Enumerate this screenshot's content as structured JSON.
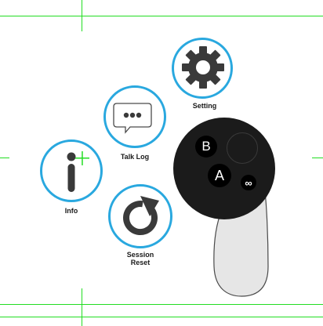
{
  "menu": {
    "setting": {
      "label": "Setting",
      "icon": "gear-icon"
    },
    "talk_log": {
      "label": "Talk Log",
      "icon": "chat-bubble-icon"
    },
    "info": {
      "label": "Info",
      "icon": "info-icon"
    },
    "session_reset": {
      "label": "Session\nReset",
      "icon": "refresh-icon"
    }
  },
  "controller": {
    "button_b": "B",
    "button_a": "A",
    "button_menu": "∞"
  },
  "colors": {
    "accent": "#29a8df",
    "icon": "#3a3a3a",
    "controller": "#1b1b1b",
    "grip": "#e6e6e6",
    "guides": "#22dd22"
  }
}
